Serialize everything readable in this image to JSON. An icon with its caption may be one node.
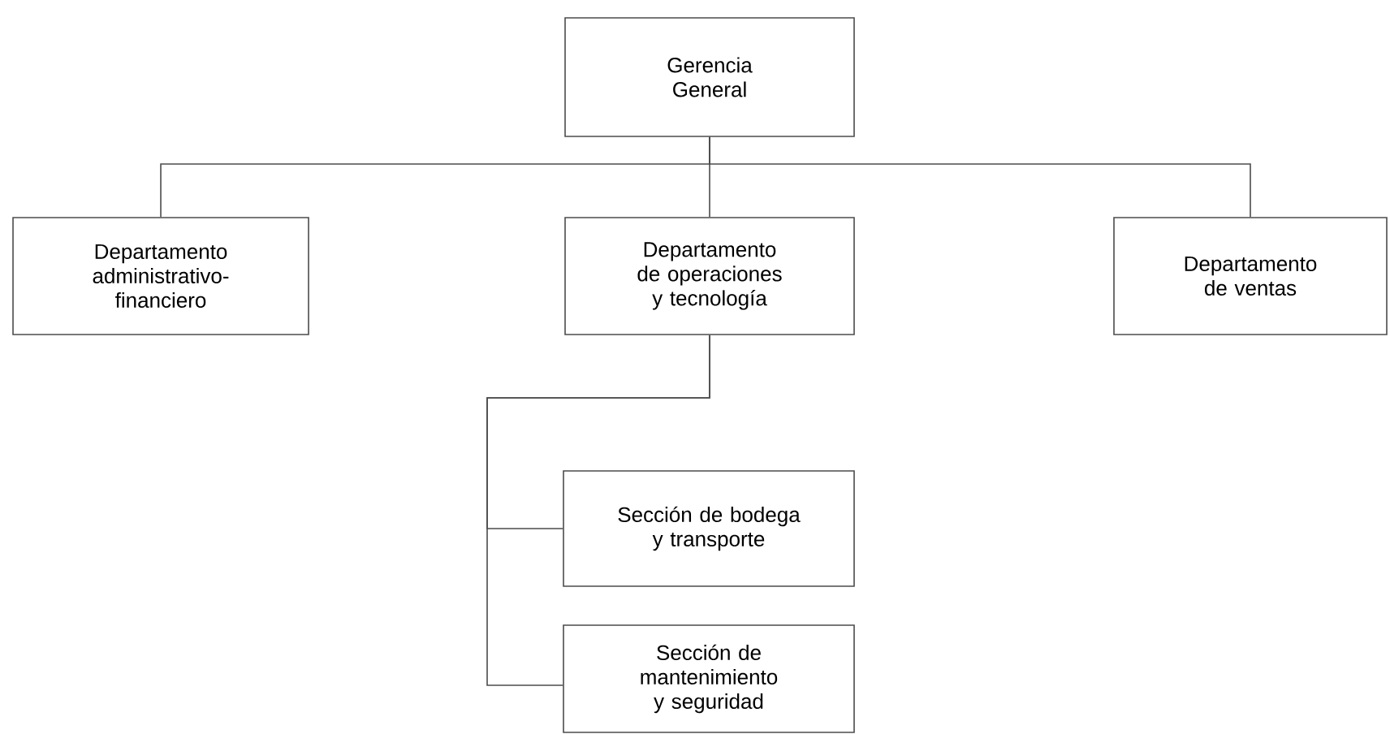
{
  "diagram": {
    "nodes": [
      {
        "text": [
          "Gerencia General"
        ]
      },
      {
        "text": [
          "Departamento administrativo-financiero"
        ]
      },
      {
        "text": [
          "Departamento de operaciones y tecnología"
        ]
      },
      {
        "text": [
          "Departamento de ventas"
        ]
      },
      {
        "text": [
          "Sección de bodega y transporte"
        ]
      },
      {
        "text": [
          "Sección de mantenimiento y seguridad"
        ]
      }
    ],
    "edges": [
      {
        "from": 0,
        "to": 1,
        "arrow": "none"
      },
      {
        "from": 0,
        "to": 2,
        "arrow": "none"
      },
      {
        "from": 0,
        "to": 3,
        "arrow": "none"
      },
      {
        "from": 2,
        "to": 4,
        "arrow": "none"
      },
      {
        "from": 2,
        "to": 5,
        "arrow": "none"
      }
    ]
  }
}
